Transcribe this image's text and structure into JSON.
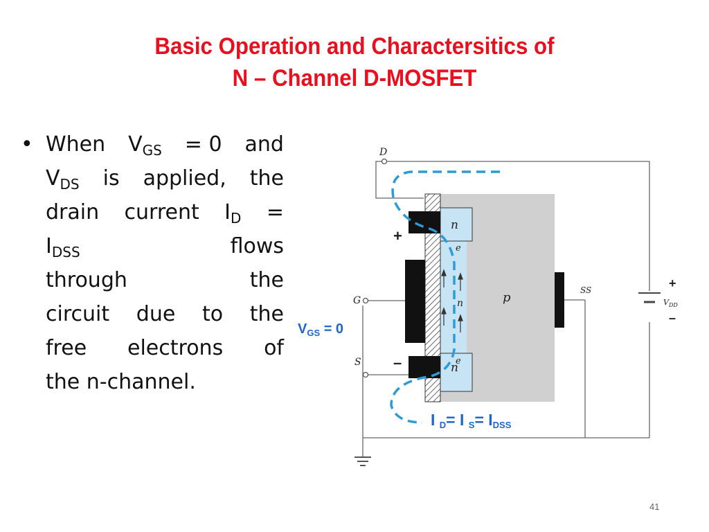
{
  "slide": {
    "title_line1": "Basic Operation and Charactersitics of",
    "title_line2": "N – Channel  D-MOSFET",
    "page_number": "41"
  },
  "bullet": {
    "marker": "•",
    "l1_when": "When",
    "l1_v": "V",
    "l1_gs_sub": "GS",
    "l1_rest": "= 0",
    "l1_and": "and",
    "l2_v": "V",
    "l2_ds_sub": "DS",
    "l2_is": "is",
    "l2_applied": "applied,",
    "l2_the": "the",
    "l3_drain": "drain",
    "l3_current": "current",
    "l3_i": "I",
    "l3_d_sub": "D",
    "l3_eq": "=",
    "l4_i": "I",
    "l4_dss_sub": "DSS",
    "l4_flows": "flows",
    "l5_through": "through",
    "l5_the": "the",
    "l6_circuit": "circuit",
    "l6_due": "due",
    "l6_to": "to",
    "l6_the": "the",
    "l7_free": "free",
    "l7_electrons": "electrons",
    "l7_of": "of",
    "l8_text": "the n-channel."
  },
  "diagram": {
    "terminal_d": "D",
    "terminal_g": "G",
    "terminal_s": "S",
    "terminal_ss": "SS",
    "region_n_top": "n",
    "region_n_bottom": "n",
    "region_p": "p",
    "channel_n": "n",
    "electron": "e",
    "plus_left": "+",
    "minus_left": "–",
    "plus_right": "+",
    "minus_right": "–",
    "vdd_label": "V",
    "vdd_sub": "DD",
    "vgs_v": "V",
    "vgs_sub": "GS",
    "vgs_rest": " = 0",
    "id_i1": "I ",
    "id_d": "D",
    "id_eq1": "= I ",
    "id_s": "S",
    "id_eq2": "= I",
    "id_dss": "DSS"
  },
  "colors": {
    "title": "#e8101f",
    "annotation_blue": "#1e66c8",
    "current_path": "#2f9bd6",
    "substrate_gray": "#d0d0d0",
    "n_region": "#c6e4f4"
  }
}
